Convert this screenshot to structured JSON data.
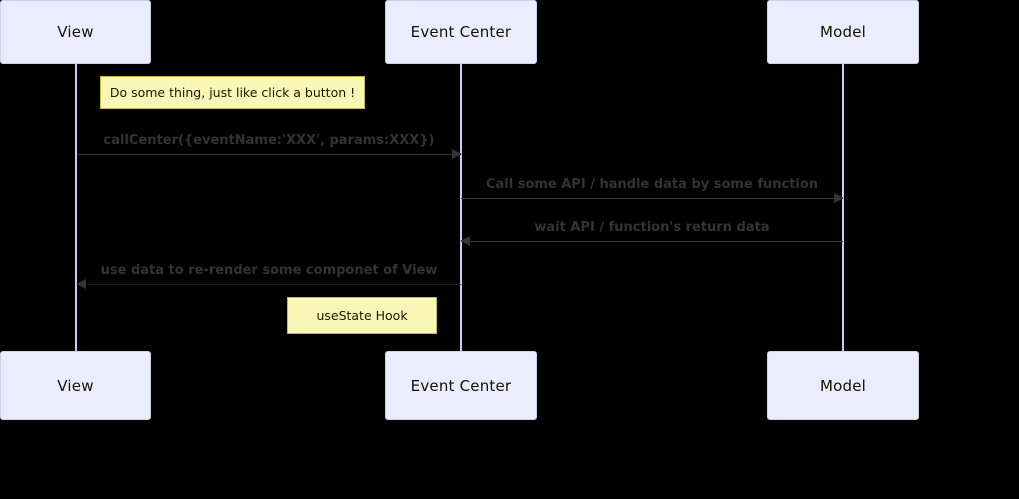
{
  "diagram": {
    "type": "sequence-diagram",
    "background_color": "#000000",
    "actor_fill": "#ECECFF",
    "actor_border": "#CFCFEF",
    "note_fill": "#FAF7B6",
    "note_border": "#BFBF2E",
    "line_color": "#333333",
    "lifeline_color": "#CCCCF4"
  },
  "participants": [
    {
      "id": "view",
      "label": "View"
    },
    {
      "id": "event_center",
      "label": "Event Center"
    },
    {
      "id": "model",
      "label": "Model"
    }
  ],
  "participants_bottom": [
    {
      "id": "view",
      "label": "View"
    },
    {
      "id": "event_center",
      "label": "Event Center"
    },
    {
      "id": "model",
      "label": "Model"
    }
  ],
  "notes": [
    {
      "id": "note-do-some-thing",
      "text": "Do some thing, just like click a button !"
    },
    {
      "id": "note-usestate-hook",
      "text": "useState Hook"
    }
  ],
  "messages": [
    {
      "id": "msg-call-center",
      "from": "view",
      "to": "event_center",
      "label": "callCenter({eventName:'XXX', params:XXX})",
      "style": "solid",
      "direction": "right"
    },
    {
      "id": "msg-call-api",
      "from": "event_center",
      "to": "model",
      "label": "Call some API / handle data by some function",
      "style": "solid",
      "direction": "right"
    },
    {
      "id": "msg-wait-api",
      "from": "model",
      "to": "event_center",
      "label": "wait API / function's return data",
      "style": "solid",
      "direction": "left"
    },
    {
      "id": "msg-rerender",
      "from": "event_center",
      "to": "view",
      "label": "use data to re-render some componet of View",
      "style": "dashed",
      "direction": "left"
    }
  ]
}
